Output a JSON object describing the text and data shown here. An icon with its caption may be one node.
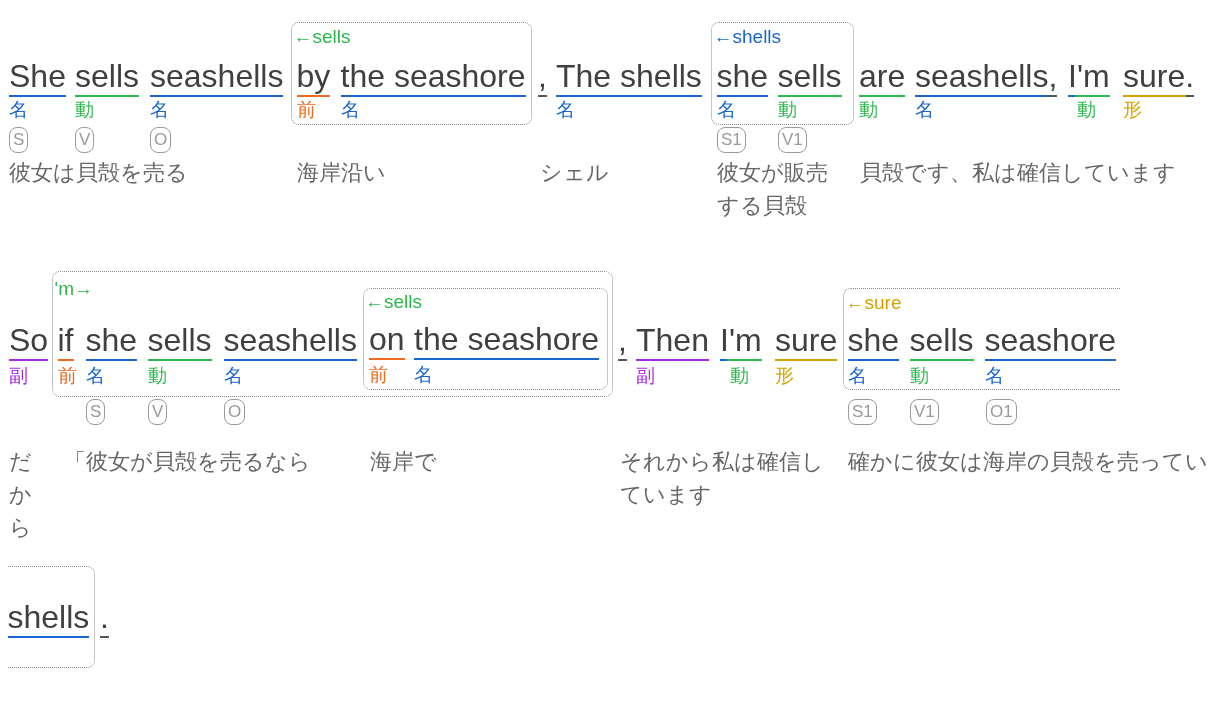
{
  "diagram": {
    "nodes": [
      {
        "text": [
          "S"
        ]
      },
      {
        "text": [
          "V"
        ]
      },
      {
        "text": [
          "O"
        ]
      },
      {
        "text": [
          "←sells",
          "by",
          "前",
          "the seashore",
          "名"
        ]
      },
      {
        "text": [
          "←shells",
          "she",
          "名",
          "sells",
          "動"
        ]
      },
      {
        "text": [
          "S1"
        ]
      },
      {
        "text": [
          "V1"
        ]
      },
      {
        "text": [
          "'m→",
          "if",
          "前",
          "she",
          "名",
          "sells",
          "動",
          "seashells",
          "名"
        ]
      },
      {
        "text": [
          "←sells",
          "on",
          "前",
          "the seashore",
          "名"
        ],
        "in": 7
      },
      {
        "text": [
          "S"
        ]
      },
      {
        "text": [
          "V"
        ]
      },
      {
        "text": [
          "O"
        ]
      },
      {
        "text": [
          "←sure",
          "she",
          "名",
          "sells",
          "動",
          "seashore",
          "名"
        ]
      },
      {
        "text": [
          "S1"
        ]
      },
      {
        "text": [
          "V1"
        ]
      },
      {
        "text": [
          "O1"
        ]
      },
      {
        "text": [
          "shells"
        ]
      }
    ],
    "labels": [
      "She",
      "名",
      "sells",
      "動",
      "seashells",
      "名",
      ",",
      "The shells",
      "名",
      "are",
      "動",
      "seashells,",
      "名",
      "I'm",
      "動",
      "sure.",
      "形",
      "彼女は貝殻を売る",
      "海岸沿い",
      "シェル",
      "彼女が販売する貝殻",
      "貝殻です、私は確信しています",
      "So",
      "副",
      ",",
      "Then",
      "副",
      "I'm",
      "動",
      "sure",
      "形",
      "だから",
      "「彼女が貝殻を売るなら",
      "海岸で",
      "それから私は確信しています",
      "確かに彼女は海岸の貝殻を売ってい",
      "."
    ]
  }
}
